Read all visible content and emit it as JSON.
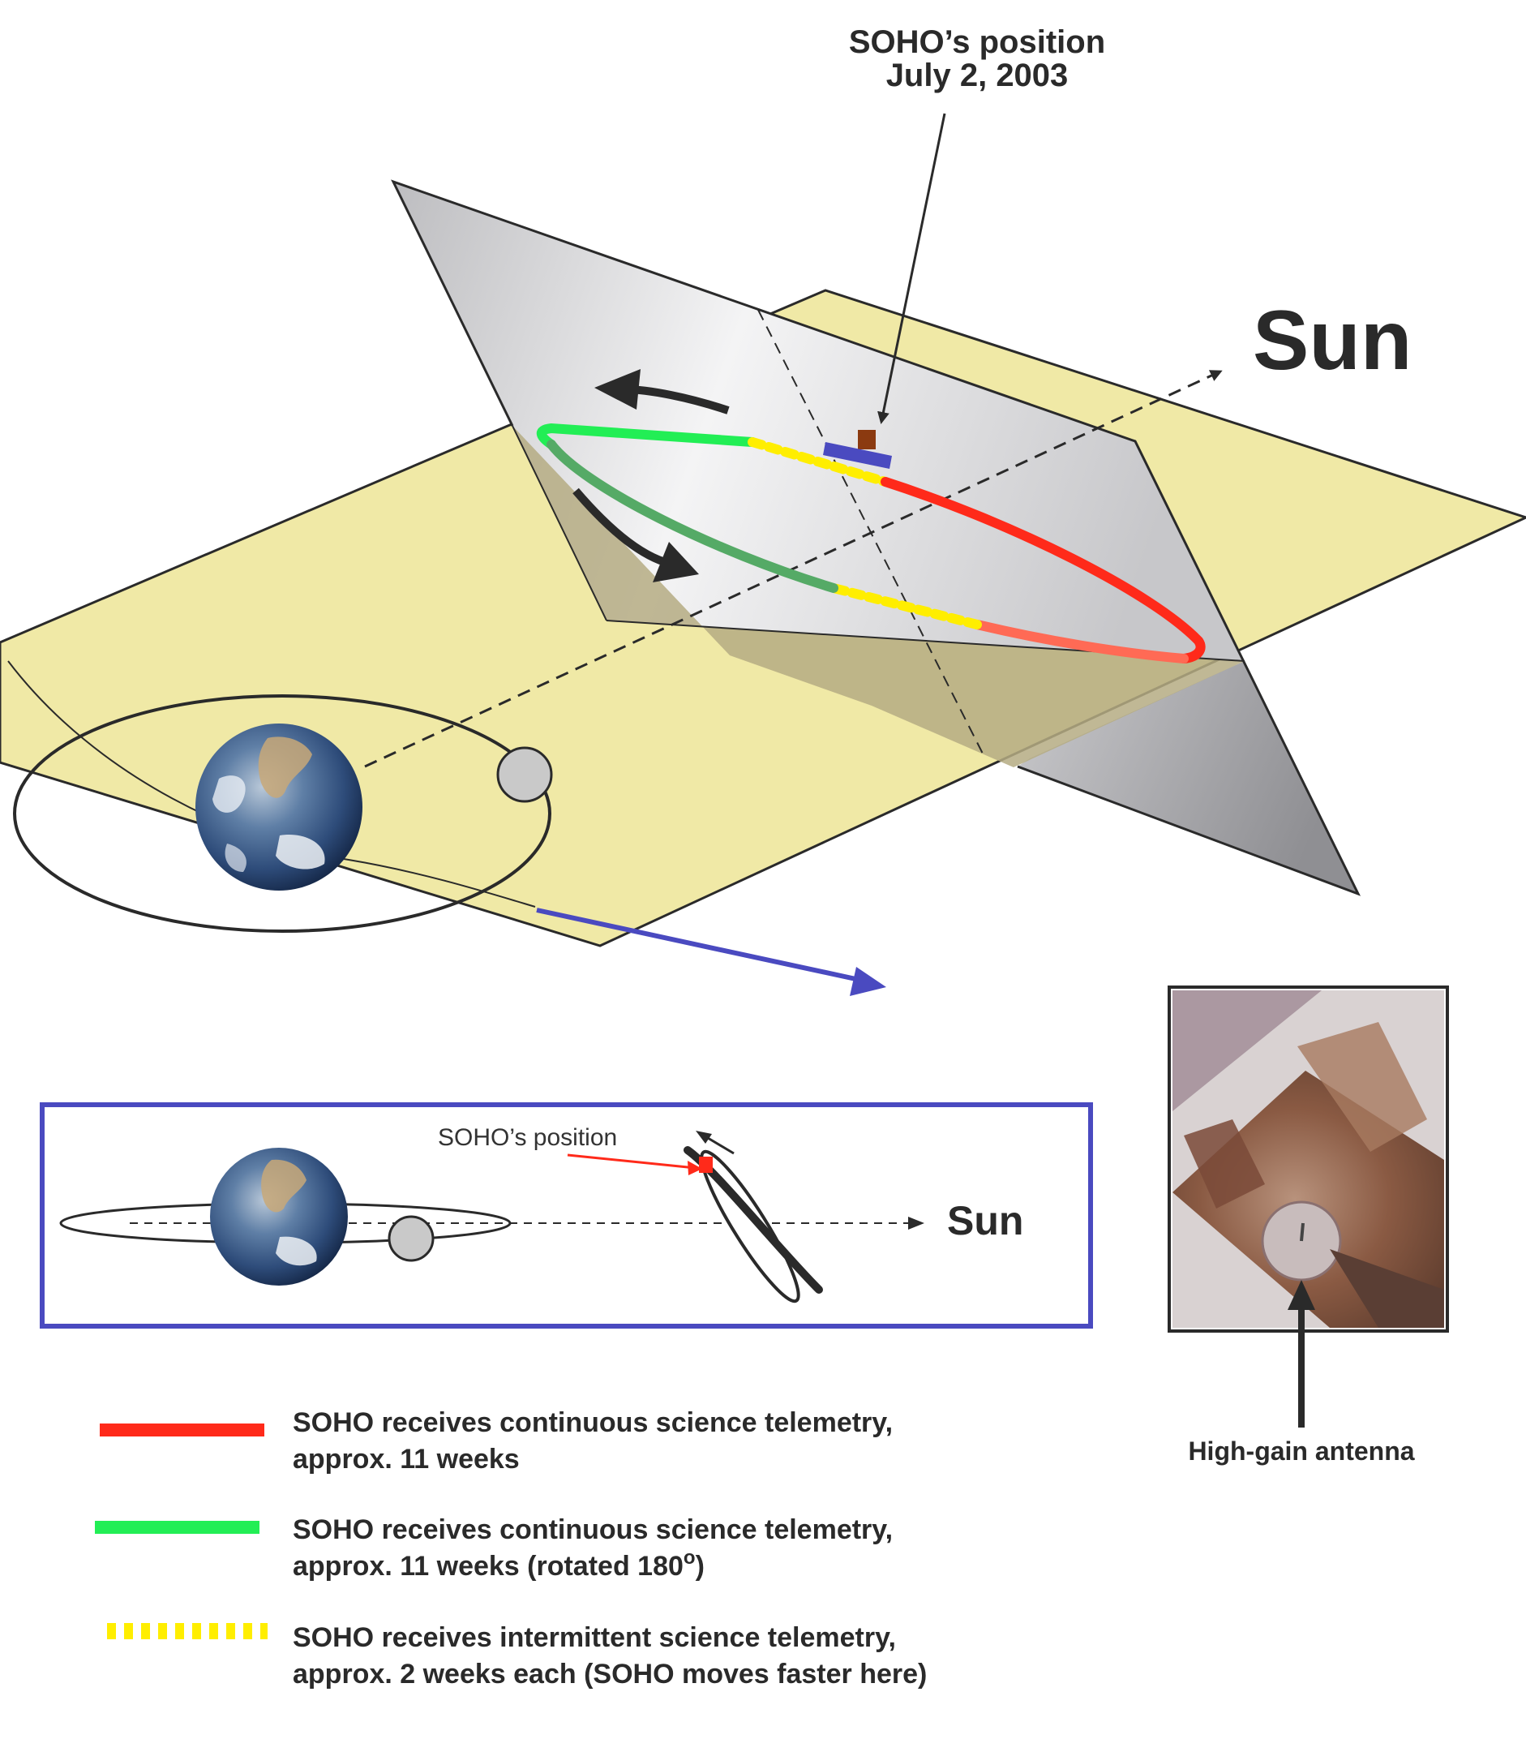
{
  "top_label": {
    "line1": "SOHO’s position",
    "line2": "July 2, 2003"
  },
  "sun_label": "Sun",
  "inset": {
    "position_label": "SOHO’s position",
    "sun_label": "Sun"
  },
  "photo": {
    "caption": "High-gain antenna"
  },
  "legend": [
    {
      "line1": "SOHO receives continuous science telemetry,",
      "line2": "approx. 11 weeks",
      "color": "#ff2a1a",
      "style": "solid"
    },
    {
      "line1": "SOHO receives continuous science telemetry,",
      "line2": "approx. 11 weeks (rotated 180",
      "superscript": "o",
      "suffix": ")",
      "color": "#22ee55",
      "style": "solid"
    },
    {
      "line1": "SOHO receives intermittent science telemetry,",
      "line2": "approx. 2 weeks each (SOHO moves faster here)",
      "color": "#ffee00",
      "style": "dashed"
    }
  ],
  "colors": {
    "ecliptic_plane": "#f0e9a6",
    "halo_plane": "#d8d8d8",
    "red_arc": "#ff2a1a",
    "green_arc": "#22ee55",
    "yellow_arc": "#ffee00",
    "blue_arrow": "#4a4ac0",
    "inset_border": "#4a4ac0"
  }
}
